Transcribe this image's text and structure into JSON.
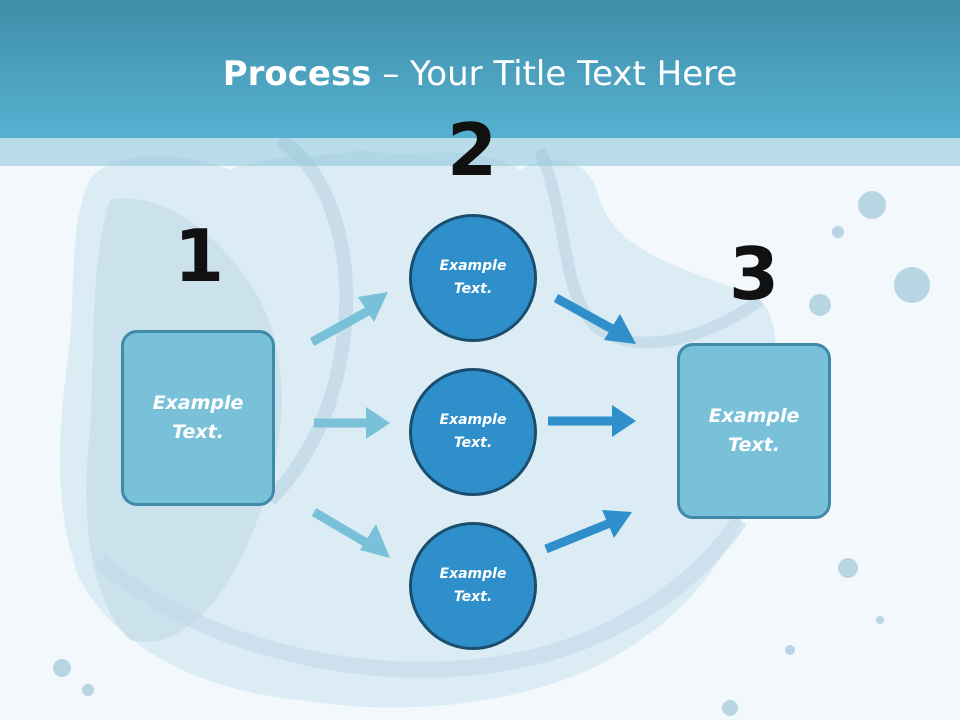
{
  "title": {
    "bold": "Process",
    "rest": " – Your Title Text Here"
  },
  "steps": [
    {
      "number": "1",
      "text": "Example Text."
    },
    {
      "number": "2"
    },
    {
      "number": "3",
      "text": "Example Text."
    }
  ],
  "circles": [
    {
      "text": "Example Text."
    },
    {
      "text": "Example Text."
    },
    {
      "text": "Example Text."
    }
  ],
  "colors": {
    "header": "#56b1d0",
    "box_fill": "#79c1d8",
    "circle_fill": "#2f8fcb",
    "arrow_light": "#79c1d8",
    "arrow_dark": "#2f8fcb"
  }
}
